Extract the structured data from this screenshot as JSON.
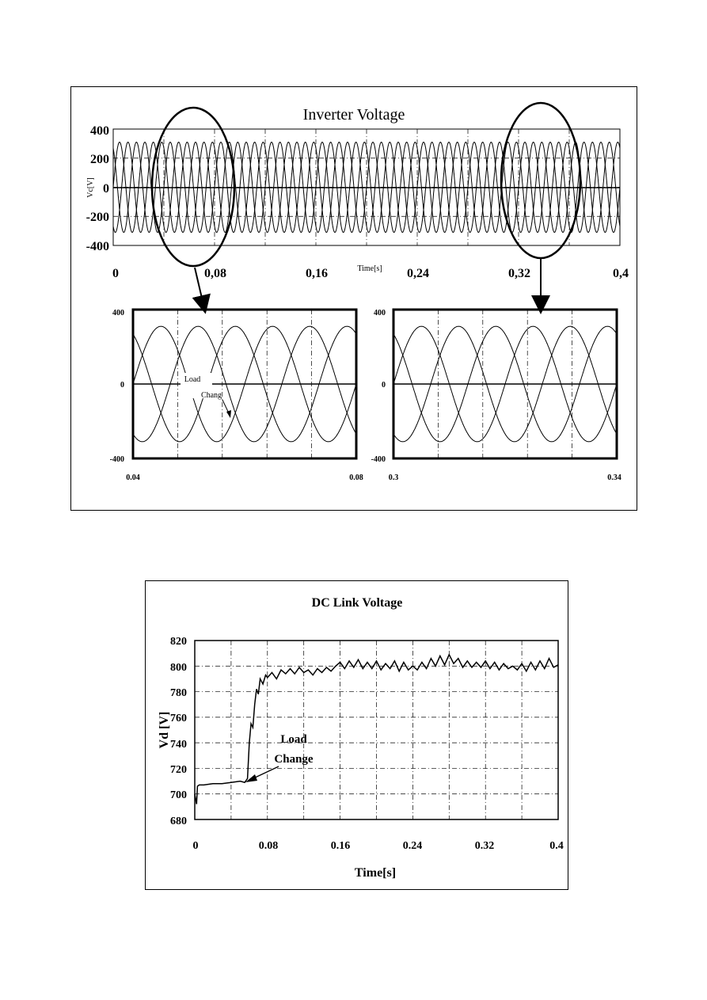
{
  "figure1": {
    "title": "Inverter Voltage",
    "ylabel": "Vc[V]",
    "xlabel": "Time[s]",
    "yticks": [
      "400",
      "200",
      "0",
      "-200",
      "-400"
    ],
    "xticks": [
      "0",
      "0,08",
      "0,16",
      "0,24",
      "0,32",
      "0,4"
    ],
    "zoom_left": {
      "yticks": [
        "400",
        "0",
        "-400"
      ],
      "xticks": [
        "0.04",
        "0.08"
      ],
      "annotation": [
        "Load",
        "Chang"
      ]
    },
    "zoom_right": {
      "yticks": [
        "400",
        "0",
        "-400"
      ],
      "xticks": [
        "0.3",
        "0.34"
      ]
    }
  },
  "figure2": {
    "title": "DC Link Voltage",
    "ylabel": "Vd [V]",
    "xlabel": "Time[s]",
    "yticks": [
      "820",
      "800",
      "780",
      "760",
      "740",
      "720",
      "700",
      "680"
    ],
    "xticks": [
      "0",
      "0.08",
      "0.16",
      "0.24",
      "0.32",
      "0.4"
    ],
    "annotation": [
      "Load",
      "Change"
    ]
  },
  "chart_data": [
    {
      "type": "line",
      "title": "Inverter Voltage",
      "xlabel": "Time[s]",
      "ylabel": "Vc[V]",
      "xlim": [
        0,
        0.4
      ],
      "ylim": [
        -400,
        400
      ],
      "grid": true,
      "frequency_hz": 50,
      "amplitude_v": 310,
      "series": [
        {
          "phase_deg": 0
        },
        {
          "phase_deg": -120
        },
        {
          "phase_deg": 120
        }
      ]
    },
    {
      "type": "line",
      "xlim": [
        0.04,
        0.08
      ],
      "ylim": [
        -400,
        400
      ],
      "amplitude_v": 310,
      "frequency_hz": 50,
      "annotation": "Load Chang"
    },
    {
      "type": "line",
      "xlim": [
        0.3,
        0.34
      ],
      "ylim": [
        -400,
        400
      ],
      "amplitude_v": 310,
      "frequency_hz": 50
    },
    {
      "type": "line",
      "title": "DC Link Voltage",
      "xlabel": "Time[s]",
      "ylabel": "Vd [V]",
      "xlim": [
        0,
        0.4
      ],
      "ylim": [
        680,
        820
      ],
      "grid": true,
      "annotation": "Load Change",
      "x": [
        0,
        0.002,
        0.003,
        0.005,
        0.01,
        0.02,
        0.03,
        0.04,
        0.05,
        0.055,
        0.058,
        0.06,
        0.062,
        0.064,
        0.066,
        0.068,
        0.07,
        0.072,
        0.075,
        0.078,
        0.08,
        0.085,
        0.09,
        0.095,
        0.1,
        0.105,
        0.11,
        0.115,
        0.12,
        0.125,
        0.13,
        0.135,
        0.14,
        0.145,
        0.15,
        0.155,
        0.16,
        0.165,
        0.17,
        0.175,
        0.18,
        0.185,
        0.19,
        0.195,
        0.2,
        0.205,
        0.21,
        0.215,
        0.22,
        0.225,
        0.23,
        0.235,
        0.24,
        0.245,
        0.25,
        0.255,
        0.26,
        0.265,
        0.27,
        0.275,
        0.28,
        0.285,
        0.29,
        0.295,
        0.3,
        0.305,
        0.31,
        0.315,
        0.32,
        0.325,
        0.33,
        0.335,
        0.34,
        0.345,
        0.35,
        0.355,
        0.36,
        0.365,
        0.37,
        0.375,
        0.38,
        0.385,
        0.39,
        0.395,
        0.4
      ],
      "y": [
        700,
        692,
        706,
        707,
        707,
        708,
        708,
        709,
        710,
        709,
        712,
        740,
        755,
        752,
        770,
        782,
        778,
        790,
        786,
        793,
        791,
        795,
        790,
        797,
        794,
        798,
        794,
        799,
        795,
        797,
        793,
        798,
        795,
        799,
        796,
        800,
        803,
        798,
        804,
        799,
        805,
        798,
        803,
        798,
        804,
        797,
        802,
        798,
        804,
        796,
        803,
        797,
        800,
        797,
        803,
        798,
        806,
        800,
        808,
        801,
        809,
        802,
        806,
        799,
        804,
        799,
        803,
        799,
        804,
        798,
        803,
        797,
        802,
        798,
        800,
        797,
        802,
        796,
        803,
        797,
        804,
        798,
        806,
        799,
        801
      ]
    }
  ]
}
